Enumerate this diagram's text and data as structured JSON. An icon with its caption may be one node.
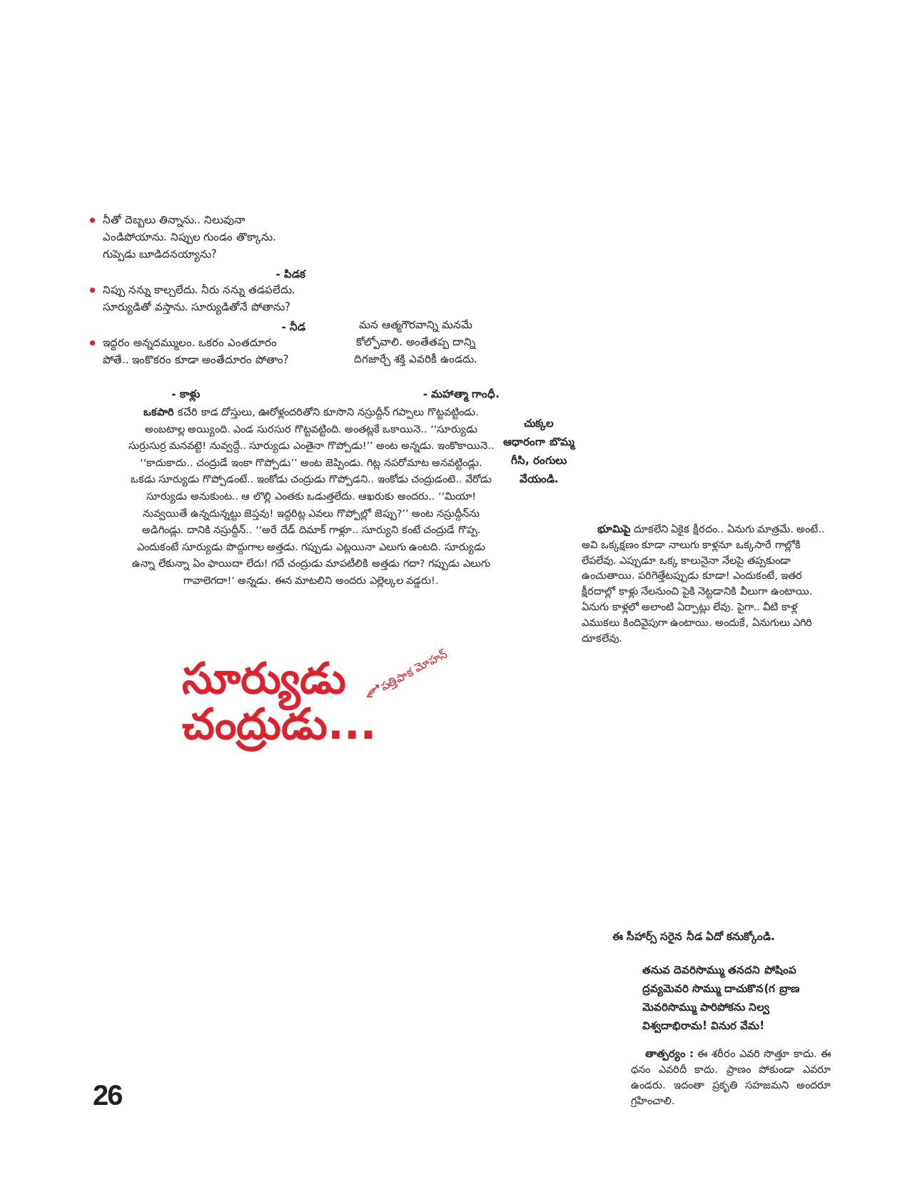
{
  "diagram": {
    "title": "సూర్యుడు చంద్రుడు...",
    "labels": [
      "నీతో దెబ్బలు తిన్నాను.. నిలువునా ఎండిపోయాను. నిప్పుల గుండం తొక్కాను. గుప్పెడు బూడిదనయ్యాను?",
      "- పిడక",
      "నిప్పు నన్ను కాల్చలేదు. నీరు నన్ను తడపలేదు. సూర్యుడితో వస్తాను. సూర్యుడితోనే పోతాను?",
      "- నీడ",
      "మన ఆత్మగౌరవాన్ని మనమే కోల్పోవాలి. అంతేతప్ప దాన్ని దిగజార్చే శక్తి ఎవరికీ ఉండదు.",
      "ఇద్దరం అన్నదమ్ములం. ఒకరం ఎంతదూరం పోతే.. ఇంకొకరం కూడా అంతేదూరం పోతాం?",
      "- కాళ్లు",
      "- మహాత్మా గాంధీ.",
      "**ఒకపారి** కచేరి కాడ దోస్తులు, ఊరోళ్లందరితోని కూసొని నస్రుద్దీన్ గప్పాలు గొట్టవట్టిండు. అంబటాల్ల అయ్యింది. ఎండ సురసుర గొట్టవట్టింది. అంతట్లకే ఒకాయినె.. ‘‘సూర్యుడు సుర్రుసుర్ర మనవట్టె! నువ్వద్దే.. సూర్యుడు ఎంతైనా గొప్పోడు!’’ అంట అన్నడు. ఇంకొకాయినె.. ‘‘కాదుకాదు.. చంద్రుడే ఇంకా గొప్పోడు’’ అంట జెప్పిండు. గిట్ల నపరోమాట అనవట్టిండ్లు. ఒకడు సూర్యుడు గొప్పోడంటే.. ఇంకోడు చంద్రుడు గొప్పోడని.. ఇంకోడు చంద్రుడంటె.. వేరోడు సూర్యుడు అనుకుంట.. ఆ లొల్లి ఎంతకు ఒడుత్తలేదు. ఆఖరుకు అందరు.. ‘‘మియా! నువ్వయితే ఉన్నదున్నట్టు జెప్తవు! ఇద్దరిట్ల ఎవలు గొప్పోల్లో జెప్పు?’’ అంట నస్రుద్దీన్‌ను అడిగిండ్లు. దానికి నస్రుద్దీన్.. ‘‘అరే దేడ్ దిమాక్ గాళ్లూ.. సూర్యుని కంటే చంద్రుడే గొప్ప. ఎందుకంటే సూర్యుడు పొద్దుగాల అత్తడు. గప్పుడు ఎట్లయినా ఎలుగు ఉంటది. సూర్యుడు ఉన్నా లేకున్నా ఏం ఫాయిదా లేదు! గదే చంద్రుడు మాపటీలికి అత్తడు గదా? గప్పుడు ఎలుగు గావాలెగదా!’ అన్నడు. ఈన మాటలిని అందరు ఎల్లెల్కల వడ్డరు!.",
      "చుక్కల ఆధారంగా బొమ్మ గీసి, రంగులు వేయండి.",
      "పత్తిపాక మోహన్",
      "**భూమిపై** దూకలేని ఏకైక క్షీరదం.. ఏనుగు మాత్రమే. అంటే.. అవి ఒక్కక్షణం కూడా నాలుగు కాళ్లనూ ఒక్కసారే గాల్లోకి లేపలేవు. ఎప్పుడూ ఒక్క కాలునైనా నేలపై తప్పకుండా ఉంచుతాయి. పరిగెత్తేటప్పుడు కూడా! ఎందుకంటే, ఇతర క్షీరదాల్లో కాళ్లు నేలనుంచి పైకి నెట్టడానికి వీలుగా ఉంటాయి. ఏనుగు కాళ్లలో అలాంటి ఏర్పాట్లు లేవు. పైగా.. వీటి కాళ్ల ఎముకలు కిందివైపుగా ఉంటాయి. అందుకే, ఏనుగులు ఎగిరి దూకలేవు.",
      "ఈ సీహార్స్ సరైన నీడ ఏదో కనుక్కోండి.",
      "తనువ దెవరిసొమ్ము తనదని పోషింప ద్రవ్యమెవరి సొమ్ము దాచుకొన(గ బ్రాణ మెవరిసొమ్ము పారిపోకను నిల్వ విశ్వదాభిరామ! వినుర వేమ!",
      "**తాత్పర్యం :** ఈ శరీరం ఎవరి సొత్తూ కాదు. ఈ ధనం ఎవరిదీ కాదు. ప్రాణం పోకుండా ఎవరూ ఉండరు. ఇదంతా ప్రకృతి సహజమని అందరూ గ్రహించాలి.",
      "26"
    ]
  }
}
